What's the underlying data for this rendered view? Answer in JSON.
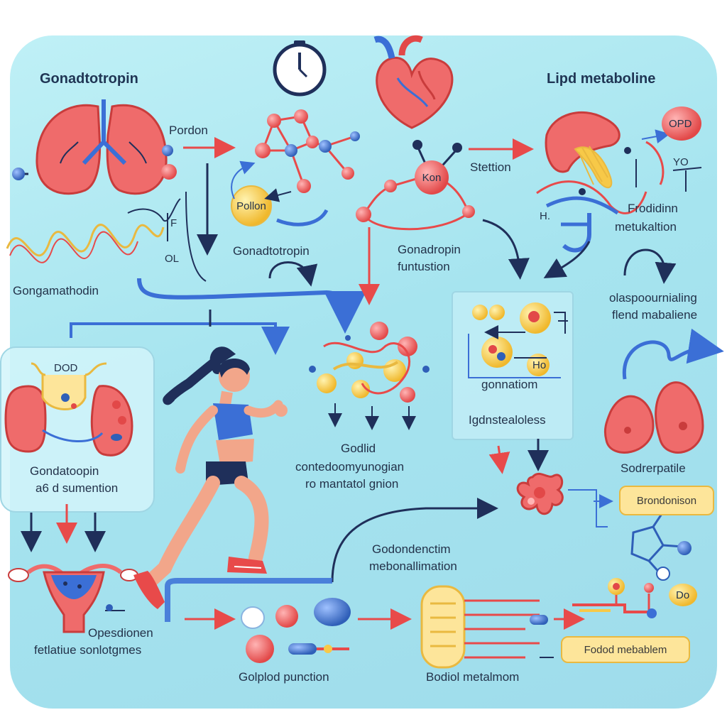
{
  "labels": {
    "gonadotropin_title": "Gonadtotropin",
    "lipid_title": "Lipd metaboline",
    "pordon": "Pordon",
    "f_mark": "F",
    "ol_mark": "OL",
    "gongamathodin": "Gongamathodin",
    "pollon_bubble": "Pollon",
    "gonadotropin_mid": "Gonadtotropin",
    "kon": "Kon",
    "stettion": "Stettion",
    "gonadropin": "Gonadropin",
    "funtustion": "funtustion",
    "opd": "OPD",
    "yo": "YO",
    "h_mark": "H.",
    "frodidinn": "Frodidinn",
    "metukaltion": "metukaltion",
    "olaspo1": "olaspoournialing",
    "olaspo2": "flend mabaliene",
    "dod": "DOD",
    "gondatoopin1": "Gondatoopin",
    "gondatoopin2": "a6 d sumention",
    "godlid": "Godlid",
    "contedo1": "contedoomyunogian",
    "contedo2": "ro mantatol gnion",
    "gonnatiom": "gonnatiom",
    "ho_mark": "Ho",
    "igdnst": "Igdnstealoless",
    "sodrer": "Sodrerpatile",
    "brondonison": "Brondonison",
    "godond1": "Godondenctim",
    "godond2": "mebonallimation",
    "opesd1": "Opesdionen",
    "opesd2": "fetlatiue sonlotgmes",
    "golplod": "Golplod punction",
    "bodiol": "Bodiol metalmom",
    "fodod": "Fodod mebablem",
    "do_tag": "Do"
  },
  "colors": {
    "organ_red": "#ef6b6b",
    "node_red": "#ee5a5a",
    "node_blue": "#2f5fb8",
    "node_yellow": "#f7c948",
    "arrow_red": "#e84a4a",
    "arrow_navy": "#1f2f5a",
    "arrow_blue": "#3b6fd6"
  },
  "icons": [
    "clock-icon",
    "heart-icon",
    "lungs-icon",
    "uterus-icon",
    "kidney-icon",
    "mitochondria-icon",
    "runner-figure"
  ]
}
